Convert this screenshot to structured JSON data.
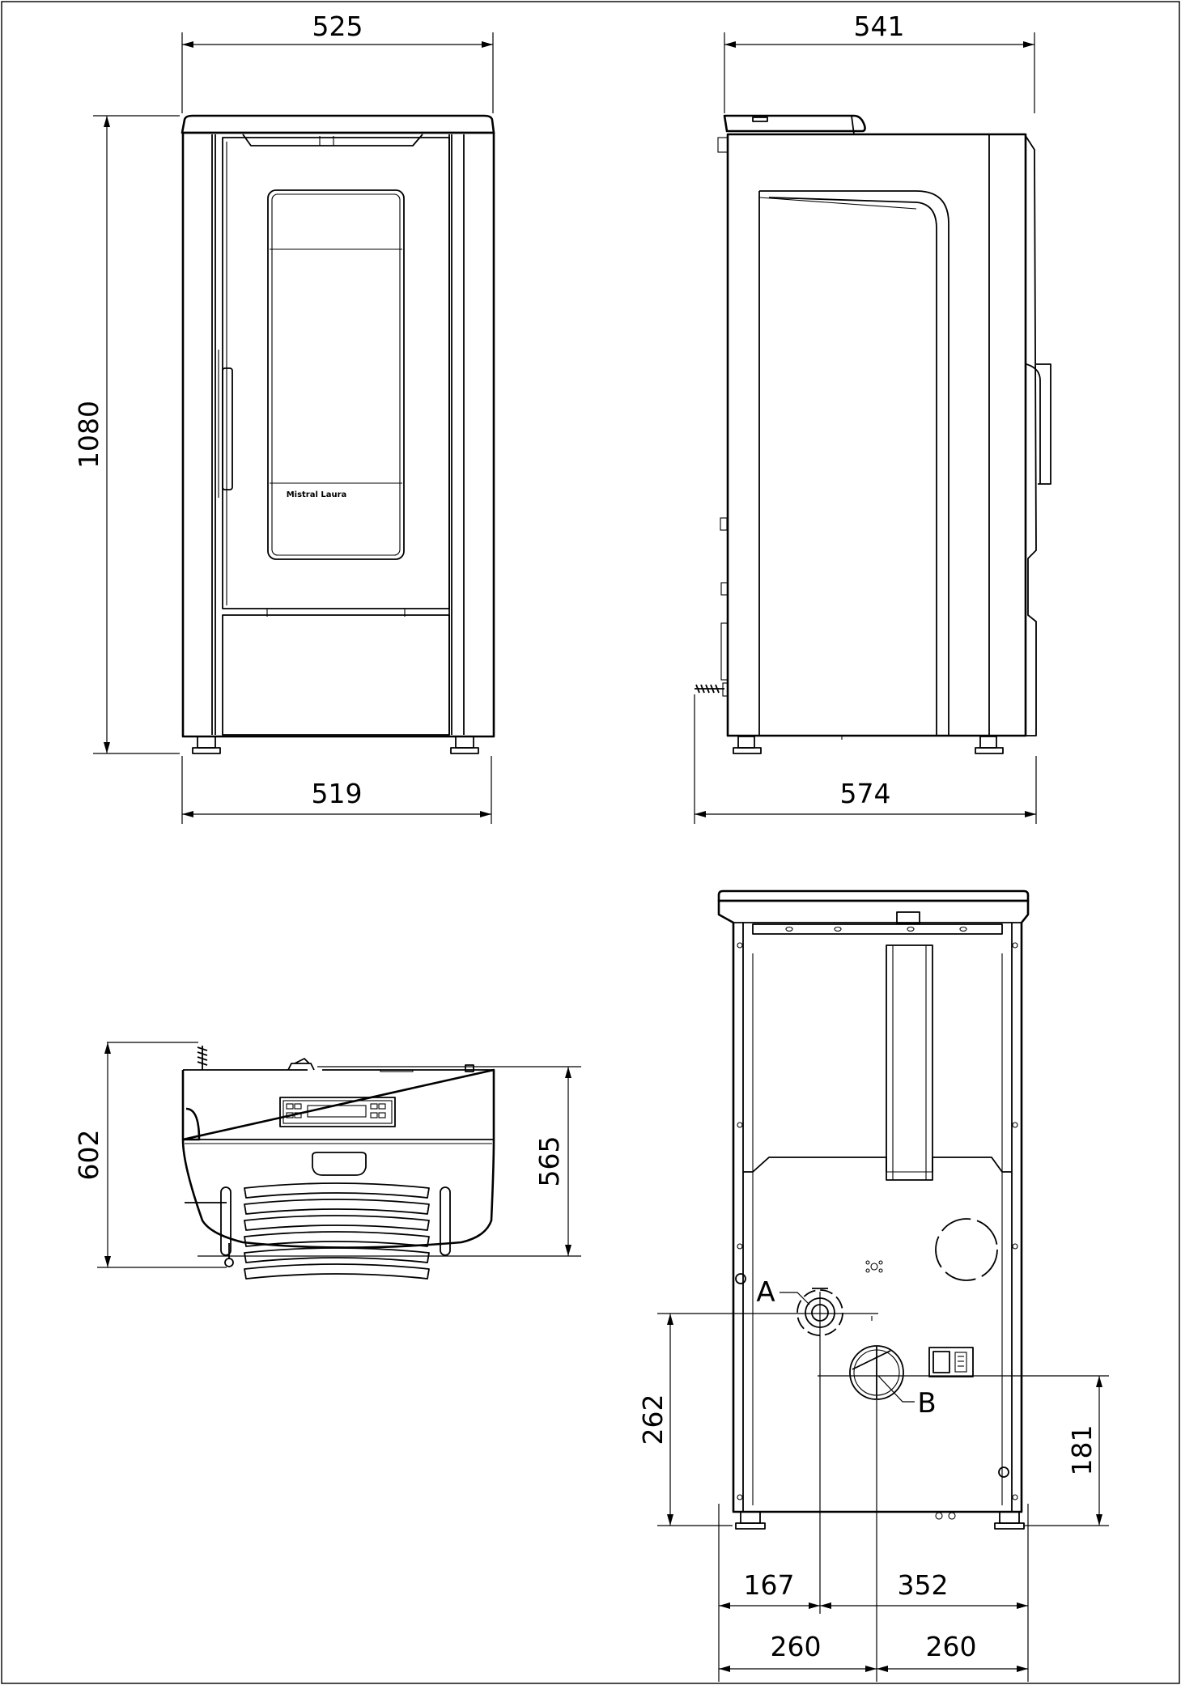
{
  "dimensions": {
    "front_top_width": "525",
    "front_bottom_width": "519",
    "front_height": "1080",
    "side_top_depth": "541",
    "side_bottom_depth": "574",
    "top_depth_overall": "602",
    "top_depth_body": "565",
    "rear_a_height": "262",
    "rear_b_height": "181",
    "rear_a_offset": "167",
    "rear_b_offset": "352",
    "rear_half_left": "260",
    "rear_half_right": "260"
  },
  "labels": {
    "connection_a": "A",
    "connection_b": "B",
    "brand": "Mistral Laura"
  }
}
